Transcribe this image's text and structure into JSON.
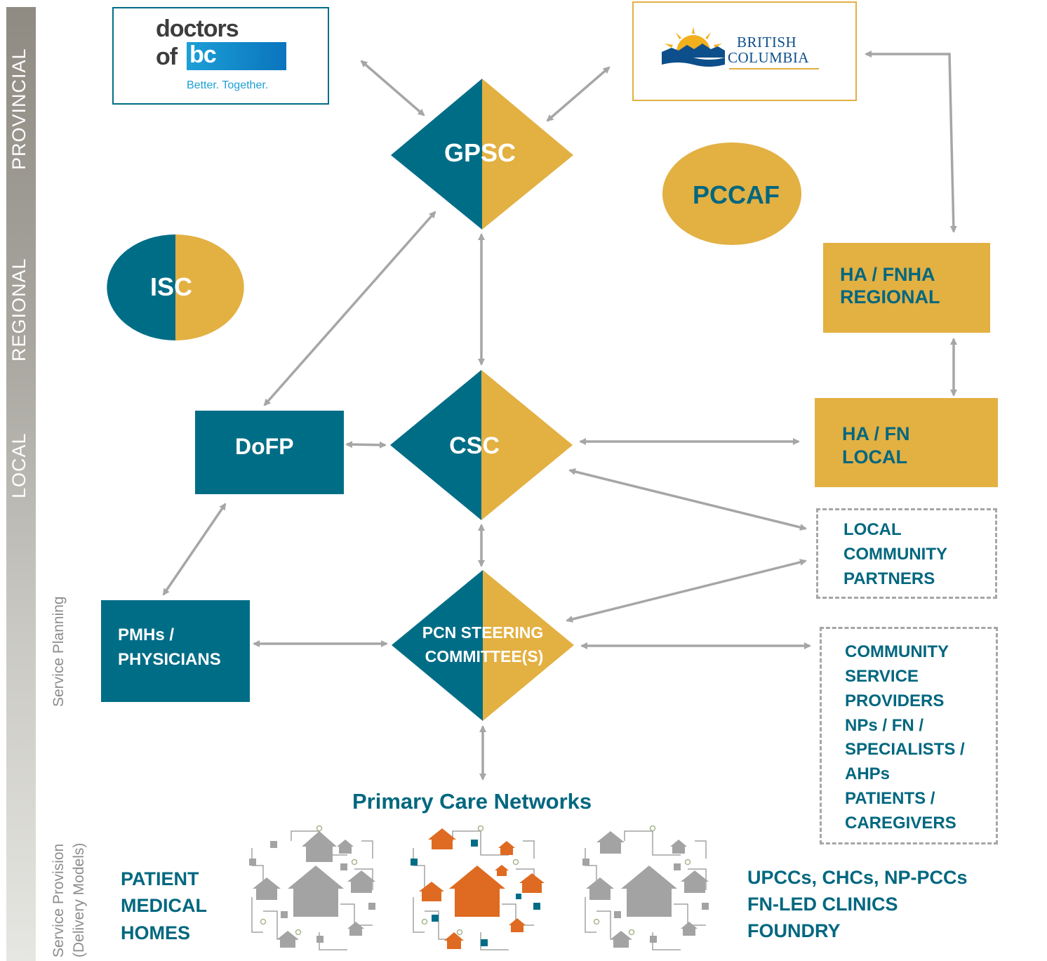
{
  "sidebar": {
    "levels": [
      "PROVINCIAL",
      "REGIONAL",
      "LOCAL"
    ],
    "service_planning": "Service Planning",
    "service_provision_line1": "Service Provision",
    "service_provision_line2": "(Delivery Models)"
  },
  "logos": {
    "doctors_of_bc": {
      "line1": "doctors",
      "of": "of",
      "bc": "bc",
      "tagline": "Better. Together."
    },
    "british_columbia": {
      "line1": "BRITISH",
      "line2": "COLUMBIA"
    }
  },
  "nodes": {
    "gpsc": {
      "label": "GPSC"
    },
    "pccaf": {
      "label": "PCCAF"
    },
    "isc": {
      "label": "ISC"
    },
    "ha_fnha_regional": {
      "line1": "HA / FNHA",
      "line2": "REGIONAL"
    },
    "dofp": {
      "label": "DoFP"
    },
    "csc": {
      "label": "CSC"
    },
    "ha_fn_local": {
      "line1": "HA / FN",
      "line2": "LOCAL"
    },
    "local_community_partners": {
      "lines": [
        "LOCAL",
        "COMMUNITY",
        "PARTNERS"
      ]
    },
    "pmhs_physicians": {
      "line1": "PMHs /",
      "line2": "PHYSICIANS"
    },
    "pcn_steering": {
      "line1": "PCN STEERING",
      "line2": "COMMITTEE(S)"
    },
    "community_service_providers": {
      "lines": [
        "COMMUNITY",
        "SERVICE",
        "PROVIDERS",
        "NPs / FN /",
        "SPECIALISTS /",
        "AHPs",
        "PATIENTS /",
        "CAREGIVERS"
      ]
    }
  },
  "bottom": {
    "title": "Primary Care Networks",
    "patient_medical_homes": [
      "PATIENT",
      "MEDICAL",
      "HOMES"
    ],
    "other_models": [
      "UPCCs, CHCs, NP-PCCs",
      "FN-LED CLINICS",
      "FOUNDRY"
    ]
  },
  "colors": {
    "teal": "#006d87",
    "gold": "#e3b042",
    "text_teal": "#00677f",
    "arrow": "#a6a6a6",
    "orange": "#de6b21",
    "grey_house": "#a3a3a3"
  },
  "icons": [
    "house-network-icon-grey",
    "house-network-icon-orange",
    "bc-sunrise-icon"
  ]
}
